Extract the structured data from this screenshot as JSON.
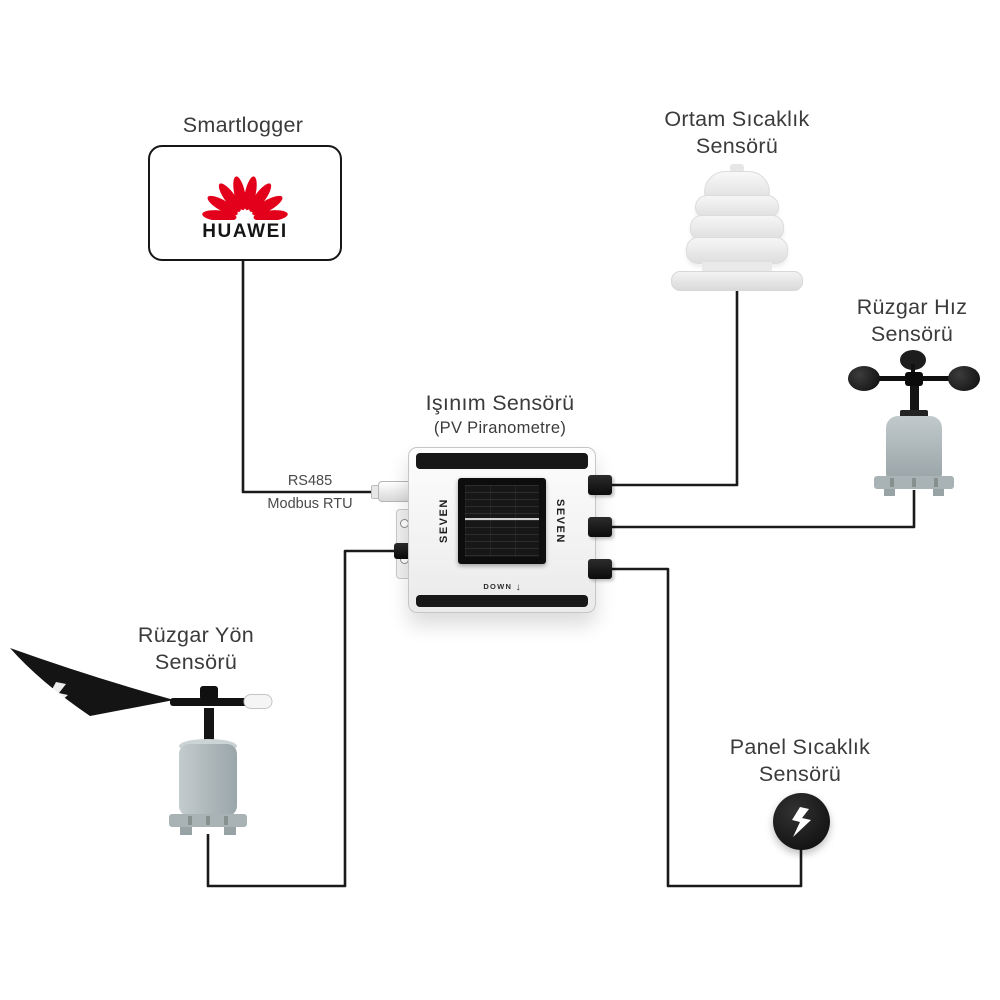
{
  "diagram": {
    "smartlogger": {
      "label": "Smartlogger",
      "brand": "HUAWEI"
    },
    "ambient": {
      "line1": "Ortam Sıcaklık",
      "line2": "Sensörü"
    },
    "wind_speed": {
      "line1": "Rüzgar Hız",
      "line2": "Sensörü"
    },
    "irradiance": {
      "line1": "Işınım Sensörü",
      "line2": "(PV Piranometre)",
      "brand": "SEVEN",
      "down": "DOWN",
      "down_arrow": "↓"
    },
    "wind_dir": {
      "line1": "Rüzgar Yön",
      "line2": "Sensörü"
    },
    "panel_temp": {
      "line1": "Panel Sıcaklık",
      "line2": "Sensörü"
    },
    "bus": {
      "line1": "RS485",
      "line2": "Modbus RTU"
    }
  },
  "colors": {
    "wire": "#1a1a1a",
    "huawei_red": "#e2001a",
    "label_text": "#3b3b3b",
    "sensor_gray": "#a5b0b2"
  }
}
